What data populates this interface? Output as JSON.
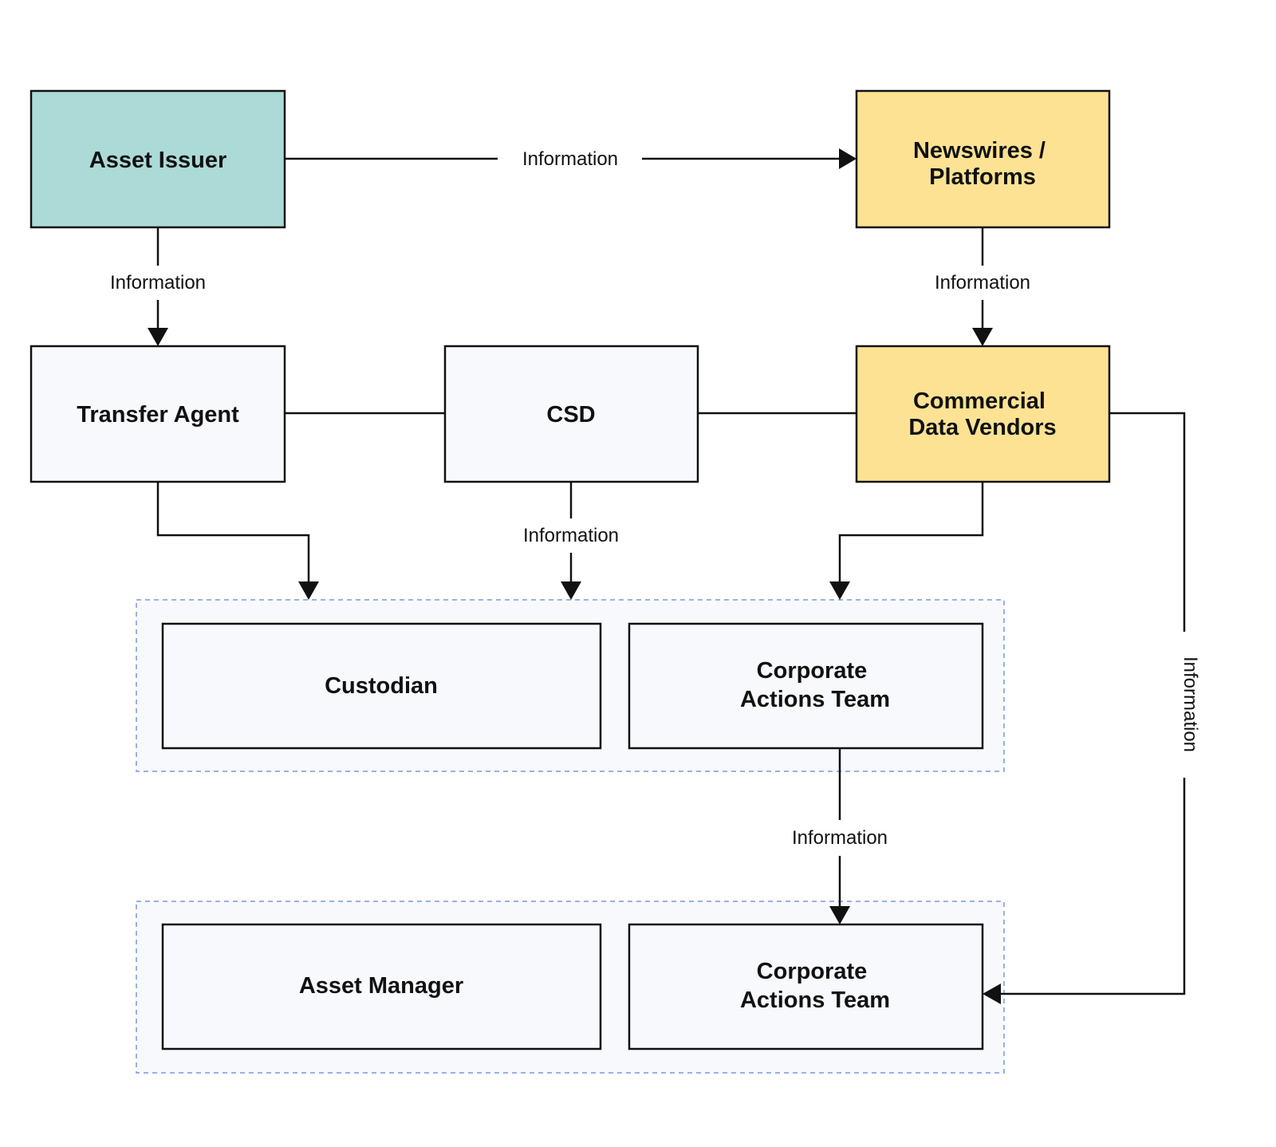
{
  "colors": {
    "issuer_fill": "#acdad7",
    "vendor_fill": "#fde293",
    "node_fill": "#f7f9fd",
    "group_border": "#7b96e6",
    "line": "#111111"
  },
  "nodes": {
    "asset_issuer": "Asset Issuer",
    "newswires": [
      "Newswires /",
      "Platforms"
    ],
    "transfer_agent": "Transfer Agent",
    "csd": "CSD",
    "commercial_data_vendors": [
      "Commercial",
      "Data Vendors"
    ],
    "custodian": "Custodian",
    "custodian_ca_team": [
      "Corporate",
      "Actions Team"
    ],
    "asset_manager": "Asset Manager",
    "manager_ca_team": [
      "Corporate",
      "Actions Team"
    ]
  },
  "edges": {
    "issuer_to_newswires": "Information",
    "issuer_to_transfer_agent": "Information",
    "newswires_to_vendors": "Information",
    "csd_to_custodian_group": "Information",
    "custodian_team_to_manager_team": "Information",
    "vendors_to_manager_team": "Information"
  }
}
